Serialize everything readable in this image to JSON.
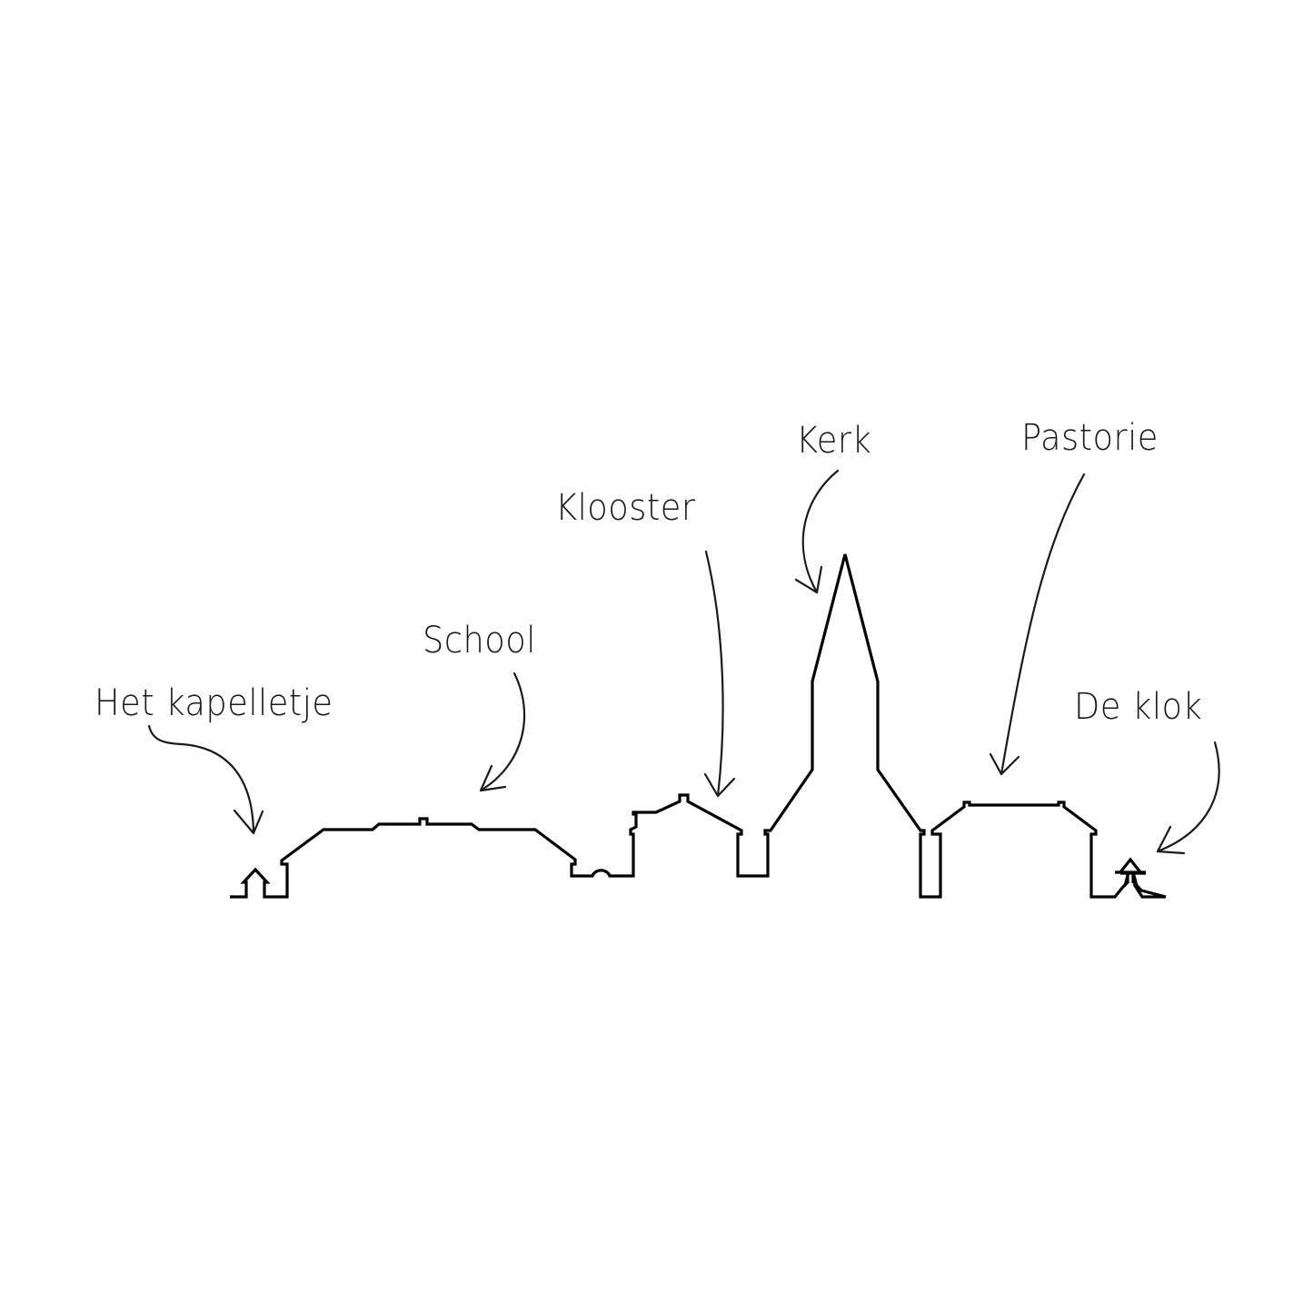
{
  "diagram": {
    "type": "annotated-skyline",
    "colors": {
      "background": "#ffffff",
      "line": "#000000",
      "text": "#1a1a1a"
    },
    "labels": [
      {
        "id": "kapelletje",
        "text": "Het kapelletje"
      },
      {
        "id": "school",
        "text": "School"
      },
      {
        "id": "klooster",
        "text": "Klooster"
      },
      {
        "id": "kerk",
        "text": "Kerk"
      },
      {
        "id": "pastorie",
        "text": "Pastorie"
      },
      {
        "id": "klok",
        "text": "De klok"
      }
    ]
  }
}
